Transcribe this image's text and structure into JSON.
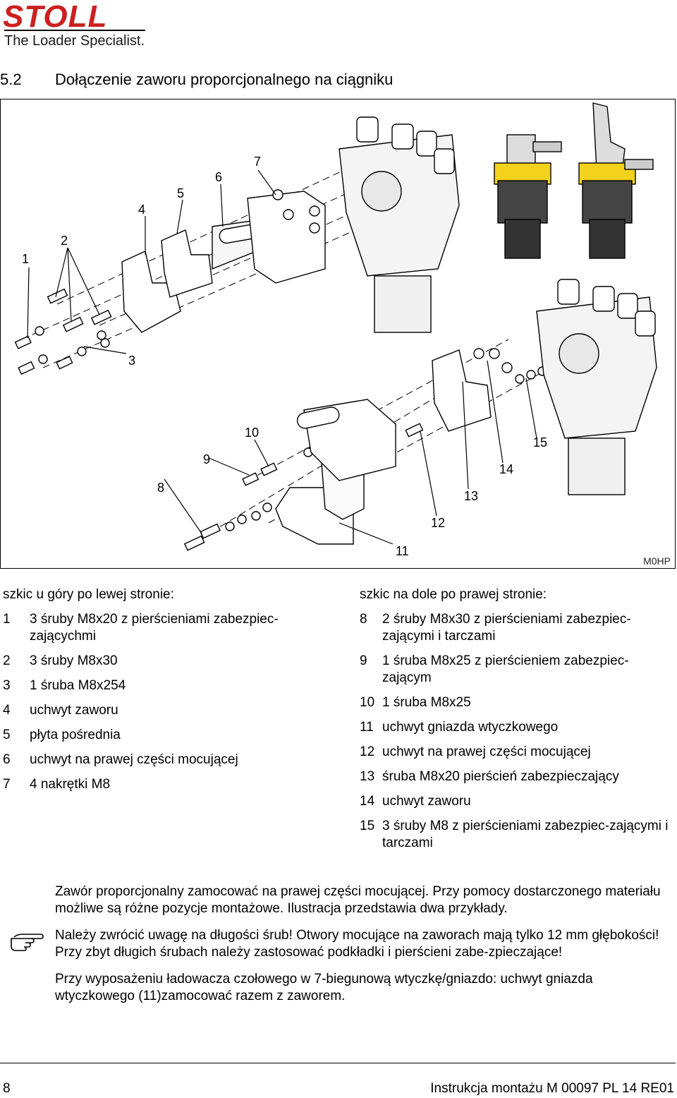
{
  "header": {
    "brand": "STOLL",
    "tagline": "The Loader Specialist."
  },
  "section": {
    "number": "5.2",
    "title": "Dołączenie zaworu proporcjonalnego na ciągniku"
  },
  "figure": {
    "code": "M0HP",
    "callouts": [
      "1",
      "2",
      "3",
      "4",
      "5",
      "6",
      "7",
      "8",
      "9",
      "10",
      "11",
      "12",
      "13",
      "14",
      "15"
    ]
  },
  "legend_left": {
    "heading": "szkic u góry po lewej stronie:",
    "items": [
      {
        "n": "1",
        "text": "3 śruby M8x20 z pierścieniami zabezpiec-zających­mi"
      },
      {
        "n": "2",
        "text": "3 śruby M8x30"
      },
      {
        "n": "3",
        "text": "1 śruba M8x254"
      },
      {
        "n": "4",
        "text": "uchwyt zaworu"
      },
      {
        "n": "5",
        "text": "płyta pośrednia"
      },
      {
        "n": "6",
        "text": "uchwyt na prawej części mocującej"
      },
      {
        "n": "7",
        "text": "4 nakrętki M8"
      }
    ]
  },
  "legend_right": {
    "heading": "szkic na dole po prawej stronie:",
    "items": [
      {
        "n": "8",
        "text": "2 śruby M8x30 z pierścieniami zabezpiec-zającymi i tarczami"
      },
      {
        "n": "9",
        "text": "1 śruba M8x25 z pierścieniem zabezpiec-zającym"
      },
      {
        "n": "10",
        "text": "1 śruba M8x25"
      },
      {
        "n": "11",
        "text": "uchwyt gniazda wtyczkowego"
      },
      {
        "n": "12",
        "text": "uchwyt na prawej części mocującej"
      },
      {
        "n": "13",
        "text": "śruba M8x20 pierścień zabezpieczający"
      },
      {
        "n": "14",
        "text": "uchwyt zaworu"
      },
      {
        "n": "15",
        "text": "3 śruby M8 z pierścieniami zabezpiec-zającymi i tarczami"
      }
    ]
  },
  "notes": {
    "p1": "Zawór proporcjonalny zamocować na prawej części mocującej. Przy pomocy dostarczonego materiału możliwe są różne pozycje montażowe. Ilustracja przedstawia dwa przykłady.",
    "p2": "Należy zwrócić uwagę na długości śrub! Otwory mocujące na zaworach mają tylko 12 mm głębokości! Przy zbyt długich śrubach należy zastosować podkładki i pierścieni zabe-zpieczające!",
    "p3": "Przy wyposażeniu ładowacza czołowego w 7-biegunową wtyczkę/gniazdo: uchwyt gniazda wtyczkowego (11)zamocować razem z zaworem."
  },
  "footer": {
    "page": "8",
    "doc": "Instrukcja montażu M 00097 PL 14 RE01"
  },
  "colors": {
    "brand_red": "#cc1f1f",
    "callout_red": "#cc1f1f",
    "highlight_yellow": "#f2d21b"
  }
}
